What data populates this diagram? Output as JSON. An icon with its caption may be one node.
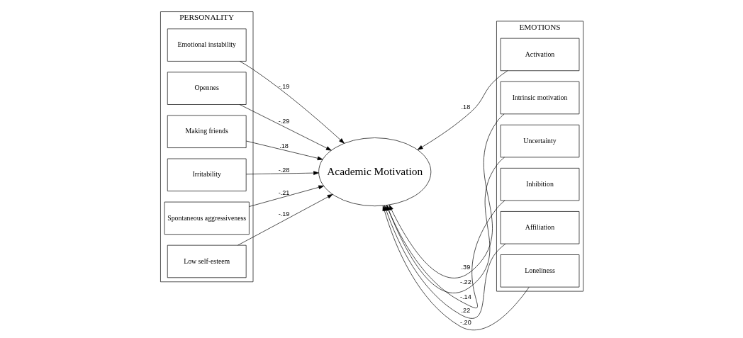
{
  "diagram": {
    "nodes": [
      {
        "text": [
          "PERSONALITY"
        ]
      },
      {
        "text": [
          "Low self-esteem"
        ],
        "in": 0
      },
      {
        "text": [
          "Spontaneous aggressiveness"
        ],
        "in": 0
      },
      {
        "text": [
          "Irritability"
        ],
        "in": 0
      },
      {
        "text": [
          "Making friends"
        ],
        "in": 0
      },
      {
        "text": [
          "Opennes"
        ],
        "in": 0
      },
      {
        "text": [
          "Emotional instability"
        ],
        "in": 0
      },
      {
        "text": [
          "Academic Motivation"
        ]
      },
      {
        "text": [
          "EMOTIONS"
        ]
      },
      {
        "text": [
          "Activation"
        ],
        "in": 8
      },
      {
        "text": [
          "Intrinsic motivation"
        ],
        "in": 8
      },
      {
        "text": [
          "Uncertainty"
        ],
        "in": 8
      },
      {
        "text": [
          "Inhibition"
        ],
        "in": 8
      },
      {
        "text": [
          "Affiliation"
        ],
        "in": 8
      },
      {
        "text": [
          "Loneliness"
        ],
        "in": 8
      }
    ],
    "edges": [
      {
        "from": 1,
        "to": 7,
        "arrow": "to",
        "label": "-.19"
      },
      {
        "from": 2,
        "to": 7,
        "arrow": "to",
        "label": "-.21"
      },
      {
        "from": 3,
        "to": 7,
        "arrow": "to",
        "label": "-.28"
      },
      {
        "from": 4,
        "to": 7,
        "arrow": "to",
        "label": ".18"
      },
      {
        "from": 5,
        "to": 7,
        "arrow": "to",
        "label": "-.29"
      },
      {
        "from": 6,
        "to": 7,
        "arrow": "to",
        "label": "-.19"
      },
      {
        "from": 9,
        "to": 7,
        "arrow": "to",
        "label": ".18"
      },
      {
        "from": 10,
        "to": 7,
        "arrow": "to",
        "label": ".39"
      },
      {
        "from": 11,
        "to": 7,
        "arrow": "to",
        "label": "-.22"
      },
      {
        "from": 12,
        "to": 7,
        "arrow": "to",
        "label": "-.14"
      },
      {
        "from": 13,
        "to": 7,
        "arrow": "to",
        "label": ".22"
      },
      {
        "from": 14,
        "to": 7,
        "arrow": "to",
        "label": "-.20"
      }
    ]
  }
}
